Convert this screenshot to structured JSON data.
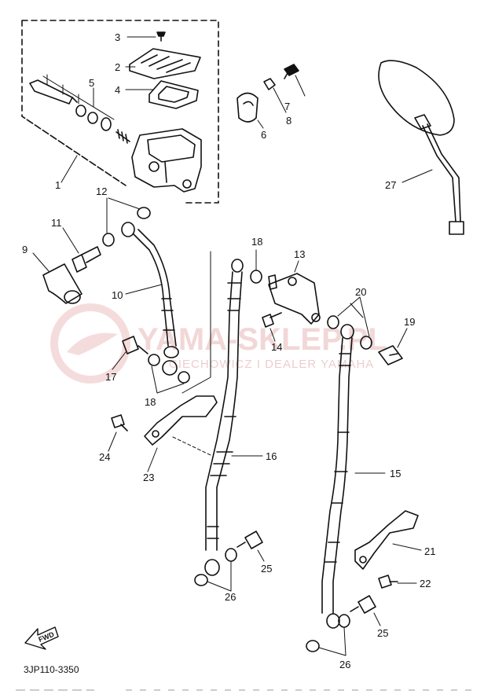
{
  "diagram": {
    "code": "3JP110-3350",
    "fwd_label": "FWD",
    "callouts": {
      "c1": "1",
      "c2": "2",
      "c3": "3",
      "c4": "4",
      "c5": "5",
      "c6": "6",
      "c7": "7",
      "c8": "8",
      "c9": "9",
      "c10": "10",
      "c11": "11",
      "c12": "12",
      "c13": "13",
      "c14": "14",
      "c15": "15",
      "c16": "16",
      "c17": "17",
      "c18a": "18",
      "c18b": "18",
      "c19": "19",
      "c20": "20",
      "c21": "21",
      "c22": "22",
      "c23": "23",
      "c24": "24",
      "c25a": "25",
      "c25b": "25",
      "c26a": "26",
      "c26b": "26",
      "c27": "27"
    }
  },
  "watermark": {
    "brand": "YAMA-SKLEP.PL",
    "tagline": "CIECHOWICZ I DEALER YAMAHA",
    "color": "#e8b8b8"
  },
  "colors": {
    "line": "#111111",
    "background": "#ffffff"
  }
}
